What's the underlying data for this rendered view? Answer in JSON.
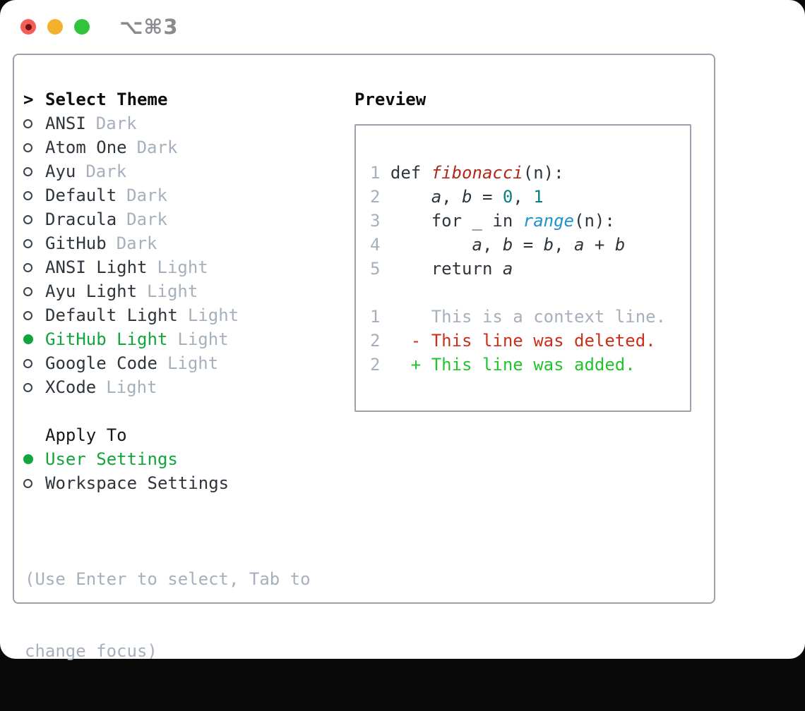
{
  "window": {
    "shortcut_label": "⌥⌘3"
  },
  "theme_panel": {
    "prompt_char": ">",
    "title": "Select Theme",
    "themes": [
      {
        "name": "ANSI",
        "variant": "Dark",
        "selected": false
      },
      {
        "name": "Atom One",
        "variant": "Dark",
        "selected": false
      },
      {
        "name": "Ayu",
        "variant": "Dark",
        "selected": false
      },
      {
        "name": "Default",
        "variant": "Dark",
        "selected": false
      },
      {
        "name": "Dracula",
        "variant": "Dark",
        "selected": false
      },
      {
        "name": "GitHub",
        "variant": "Dark",
        "selected": false
      },
      {
        "name": "ANSI Light",
        "variant": "Light",
        "selected": false
      },
      {
        "name": "Ayu Light",
        "variant": "Light",
        "selected": false
      },
      {
        "name": "Default Light",
        "variant": "Light",
        "selected": false
      },
      {
        "name": "GitHub Light",
        "variant": "Light",
        "selected": true
      },
      {
        "name": "Google Code",
        "variant": "Light",
        "selected": false
      },
      {
        "name": "XCode",
        "variant": "Light",
        "selected": false
      }
    ],
    "apply_to": {
      "title": "Apply To",
      "options": [
        {
          "label": "User Settings",
          "selected": true
        },
        {
          "label": "Workspace Settings",
          "selected": false
        }
      ]
    },
    "hint_lines": [
      "(Use Enter to select, Tab to",
      "change focus)"
    ]
  },
  "preview": {
    "title": "Preview",
    "lines": [
      {
        "num": "1 ",
        "tokens": [
          {
            "t": "def ",
            "s": "p"
          },
          {
            "t": "fibonacci",
            "s": "fn"
          },
          {
            "t": "(n):",
            "s": "p"
          }
        ]
      },
      {
        "num": "2 ",
        "tokens": [
          {
            "t": "    ",
            "s": "p"
          },
          {
            "t": "a",
            "s": "v"
          },
          {
            "t": ", ",
            "s": "p"
          },
          {
            "t": "b",
            "s": "v"
          },
          {
            "t": " = ",
            "s": "p"
          },
          {
            "t": "0",
            "s": "n"
          },
          {
            "t": ", ",
            "s": "p"
          },
          {
            "t": "1",
            "s": "n"
          }
        ]
      },
      {
        "num": "3 ",
        "tokens": [
          {
            "t": "    for _ in ",
            "s": "p"
          },
          {
            "t": "range",
            "s": "c"
          },
          {
            "t": "(n):",
            "s": "p"
          }
        ]
      },
      {
        "num": "4 ",
        "tokens": [
          {
            "t": "        ",
            "s": "p"
          },
          {
            "t": "a",
            "s": "v"
          },
          {
            "t": ", ",
            "s": "p"
          },
          {
            "t": "b",
            "s": "v"
          },
          {
            "t": " = ",
            "s": "p"
          },
          {
            "t": "b",
            "s": "v"
          },
          {
            "t": ", ",
            "s": "p"
          },
          {
            "t": "a",
            "s": "v"
          },
          {
            "t": " + ",
            "s": "p"
          },
          {
            "t": "b",
            "s": "v"
          }
        ]
      },
      {
        "num": "5 ",
        "tokens": [
          {
            "t": "    return ",
            "s": "p"
          },
          {
            "t": "a",
            "s": "v"
          }
        ]
      },
      {
        "blank": true
      },
      {
        "num": "1 ",
        "tokens": [
          {
            "t": "    This is a context line.",
            "s": "ctx"
          }
        ]
      },
      {
        "num": "2 ",
        "tokens": [
          {
            "t": "  - This line was deleted.",
            "s": "del"
          }
        ]
      },
      {
        "num": "2 ",
        "tokens": [
          {
            "t": "  + This line was added.",
            "s": "add"
          }
        ]
      }
    ]
  },
  "colors": {
    "panel_border": "#99a2ad",
    "text_dark": "#2e353c",
    "text_black": "#0b0d0f",
    "muted_gray": "#a6b0bc",
    "selected_green": "#12a53c",
    "diff_added_green": "#23c32e",
    "diff_deleted_red": "#cb2f1a",
    "function_red": "#b02a1c",
    "number_teal": "#0b7e82",
    "call_blue": "#1e92cf",
    "traffic_red": "#f35f57",
    "traffic_yellow": "#f5b02e",
    "traffic_green": "#32c33c",
    "shortcut_gray": "#8a8a8f"
  }
}
